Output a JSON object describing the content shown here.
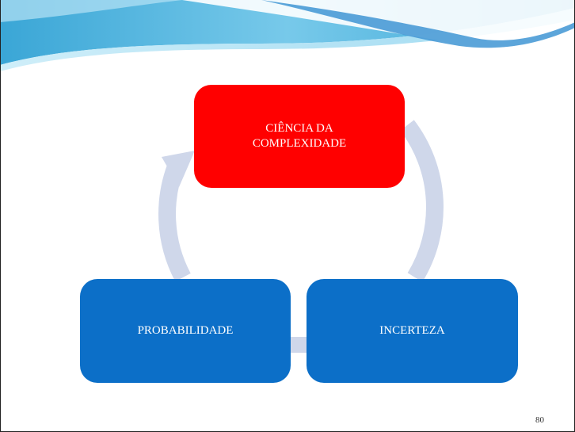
{
  "slide": {
    "page_number": "80"
  },
  "diagram": {
    "type": "cycle",
    "nodes": [
      {
        "id": "top",
        "label": "CIÊNCIA DA\nCOMPLEXIDADE",
        "color": "#ff0000"
      },
      {
        "id": "left",
        "label": "PROBABILIDADE",
        "color": "#0c6fc8"
      },
      {
        "id": "right",
        "label": "INCERTEZA",
        "color": "#0c6fc8"
      }
    ],
    "arrow_color": "#cfd7ea",
    "direction": "clockwise"
  },
  "theme": {
    "banner_colors": [
      "#58b8e0",
      "#8fd6ef",
      "#c9ecf8"
    ]
  }
}
